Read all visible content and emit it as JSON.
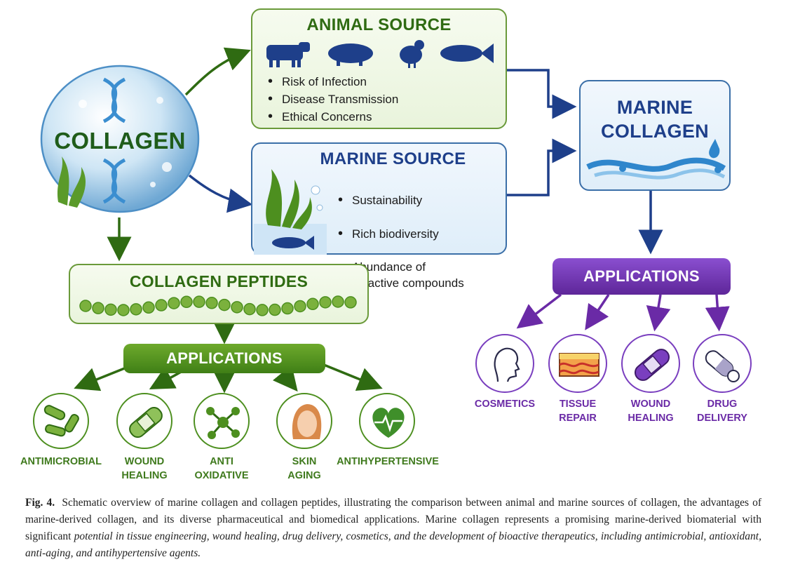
{
  "collagen": {
    "label": "COLLAGEN"
  },
  "animal_source": {
    "title": "ANIMAL SOURCE",
    "bullets": [
      "Risk of Infection",
      "Disease Transmission",
      "Ethical Concerns"
    ]
  },
  "marine_source": {
    "title": "MARINE SOURCE",
    "bullets": [
      "Sustainability",
      "Rich biodiversity",
      "Abundance of\nbioactive compounds"
    ]
  },
  "marine_collagen": {
    "line1": "MARINE",
    "line2": "COLLAGEN"
  },
  "peptides": {
    "title": "COLLAGEN PEPTIDES"
  },
  "peptide_applications": {
    "label": "APPLICATIONS",
    "items": [
      {
        "line1": "ANTIMICROBIAL",
        "line2": "",
        "icon": "bacteria-icon"
      },
      {
        "line1": "WOUND",
        "line2": "HEALING",
        "icon": "bandage-icon"
      },
      {
        "line1": "ANTI",
        "line2": "OXIDATIVE",
        "icon": "molecule-icon"
      },
      {
        "line1": "SKIN",
        "line2": "AGING",
        "icon": "face-icon"
      },
      {
        "line1": "ANTIHYPERTENSIVE",
        "line2": "",
        "icon": "heart-pulse-icon"
      }
    ]
  },
  "marine_applications": {
    "label": "APPLICATIONS",
    "items": [
      {
        "line1": "COSMETICS",
        "line2": "",
        "icon": "face-profile-icon"
      },
      {
        "line1": "TISSUE",
        "line2": "REPAIR",
        "icon": "skin-layers-icon"
      },
      {
        "line1": "WOUND",
        "line2": "HEALING",
        "icon": "bandage-icon"
      },
      {
        "line1": "DRUG",
        "line2": "DELIVERY",
        "icon": "capsule-icon"
      }
    ]
  },
  "caption": {
    "fig": "Fig. 4.",
    "text": "Schematic overview of marine collagen and collagen peptides, illustrating the comparison between animal and marine sources of collagen, the advantages of marine-derived collagen, and its diverse pharmaceutical and biomedical applications. Marine collagen represents a promising marine-derived biomaterial with significant ",
    "italic": "potential in tissue engineering, wound healing, drug delivery, cosmetics, and the development of bioactive therapeutics, including antimicrobial, antioxidant, anti-aging, and antihypertensive agents."
  },
  "colors": {
    "green_dark": "#2f6b12",
    "green_accent": "#4d8f1f",
    "blue_dark": "#1e3f8a",
    "purple": "#6a2aa6",
    "purple_fill": "#7a3fbf"
  }
}
